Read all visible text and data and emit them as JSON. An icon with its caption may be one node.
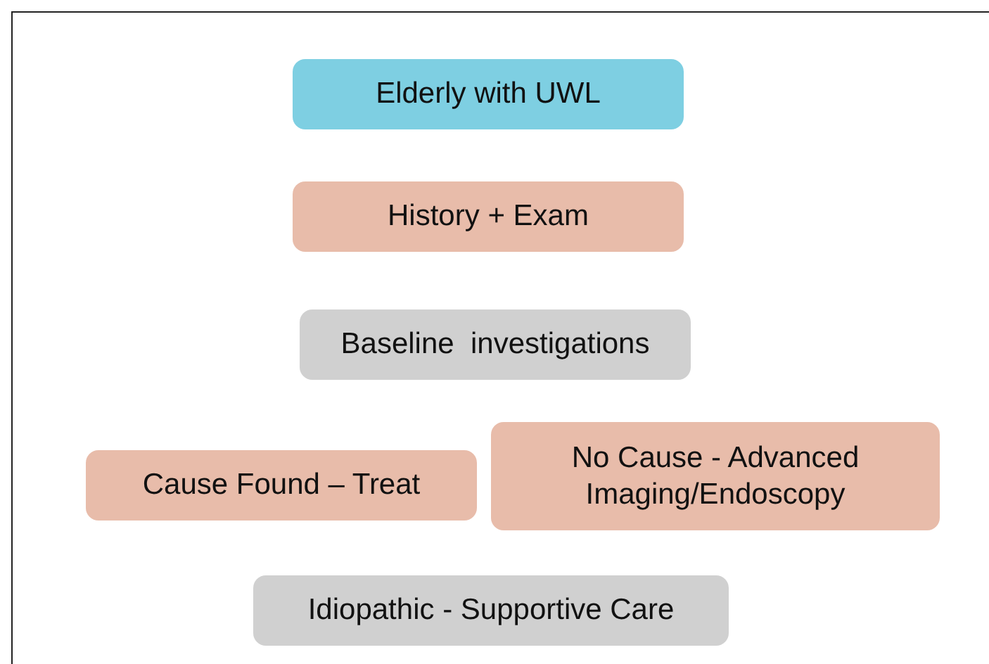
{
  "diagram": {
    "nodes": [
      {
        "text": [
          "Elderly with UWL"
        ]
      },
      {
        "text": [
          "History + Exam"
        ]
      },
      {
        "text": [
          "Baseline  investigations"
        ]
      },
      {
        "text": [
          "Cause Found – Treat"
        ]
      },
      {
        "text": [
          "No Cause - Advanced Imaging/Endoscopy"
        ]
      },
      {
        "text": [
          "Idiopathic - Supportive Care"
        ]
      }
    ],
    "edges": []
  }
}
